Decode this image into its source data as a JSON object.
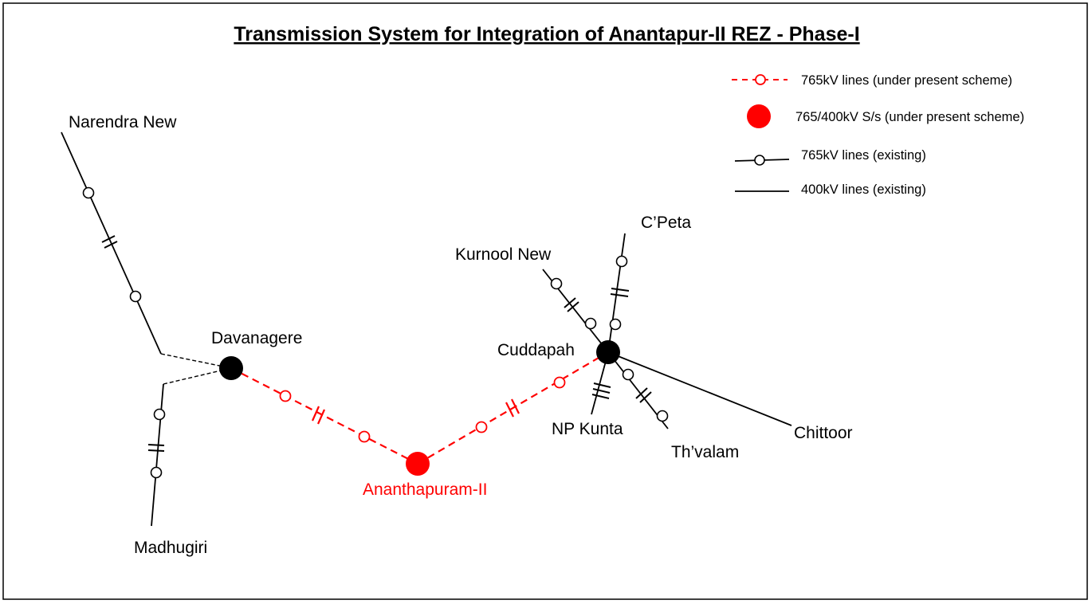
{
  "title": "Transmission System for Integration of Anantapur-II REZ - Phase-I",
  "legend": {
    "items": [
      {
        "label": "765kV lines (under present scheme)",
        "symbol": "red-dashed-line-with-circle",
        "color": "#ff0000"
      },
      {
        "label": "765/400kV S/s (under present scheme)",
        "symbol": "red-filled-circle",
        "color": "#ff0000"
      },
      {
        "label": "765kV lines (existing)",
        "symbol": "black-line-with-circle",
        "color": "#000000"
      },
      {
        "label": "400kV lines (existing)",
        "symbol": "black-line",
        "color": "#000000"
      }
    ]
  },
  "nodes": {
    "narendra_new": "Narendra New",
    "madhugiri": "Madhugiri",
    "davanagere": "Davanagere",
    "ananthapuram": "Ananthapuram-II",
    "cuddapah": "Cuddapah",
    "kurnool_new": "Kurnool New",
    "cpeta": "C’Peta",
    "np_kunta": "NP Kunta",
    "thvalam": "Th’valam",
    "chittoor": "Chittoor"
  },
  "colors": {
    "proposed": "#ff0000",
    "existing": "#000000",
    "background": "#ffffff",
    "border": "#000000"
  }
}
